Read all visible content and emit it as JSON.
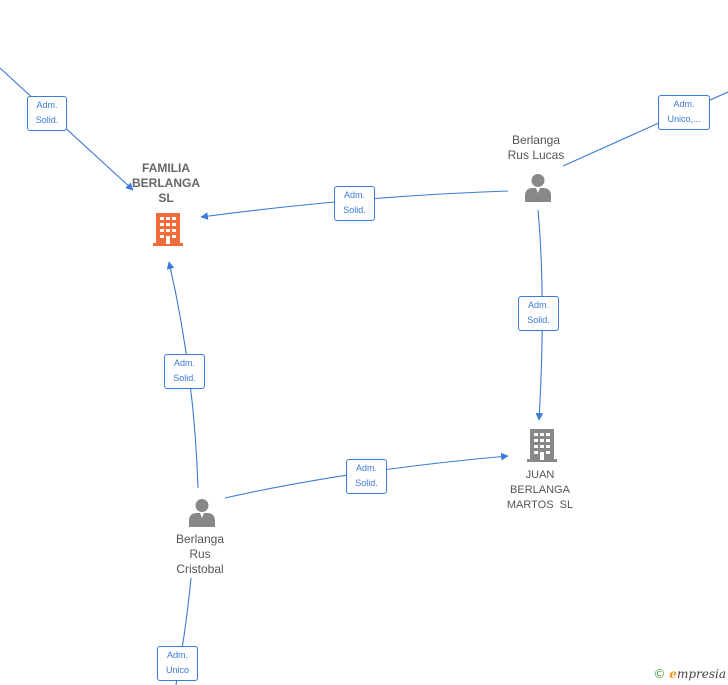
{
  "colors": {
    "edge": "#3a7bd5",
    "highlight_company": "#f26b3a",
    "company": "#888888",
    "person": "#888888"
  },
  "nodes": {
    "familia": {
      "name_lines": [
        "FAMILIA",
        "BERLANGA",
        "SL"
      ],
      "icon": "building-icon"
    },
    "juan": {
      "name_lines": [
        "JUAN",
        "BERLANGA",
        "MARTOS  SL"
      ],
      "icon": "building-icon"
    },
    "lucas": {
      "name_lines": [
        "Berlanga",
        "Rus Lucas"
      ],
      "icon": "person-icon"
    },
    "cristobal": {
      "name_lines": [
        "Berlanga",
        "Rus",
        "Cristobal"
      ],
      "icon": "person-icon"
    }
  },
  "edges": {
    "topleft_familia": {
      "label_lines": [
        "Adm.",
        "Solid."
      ]
    },
    "lucas_familia": {
      "label_lines": [
        "Adm.",
        "Solid."
      ]
    },
    "lucas_topright": {
      "label_lines": [
        "Adm.",
        "Unico,..."
      ]
    },
    "lucas_juan": {
      "label_lines": [
        "Adm.",
        "Solid."
      ]
    },
    "cristobal_familia": {
      "label_lines": [
        "Adm.",
        "Solid."
      ]
    },
    "cristobal_juan": {
      "label_lines": [
        "Adm.",
        "Solid."
      ]
    },
    "bottom_cristobal": {
      "label_lines": [
        "Adm.",
        "Unico"
      ]
    }
  },
  "watermark": {
    "copyright": "©",
    "brand_first": "e",
    "brand_rest": "mpresia"
  }
}
